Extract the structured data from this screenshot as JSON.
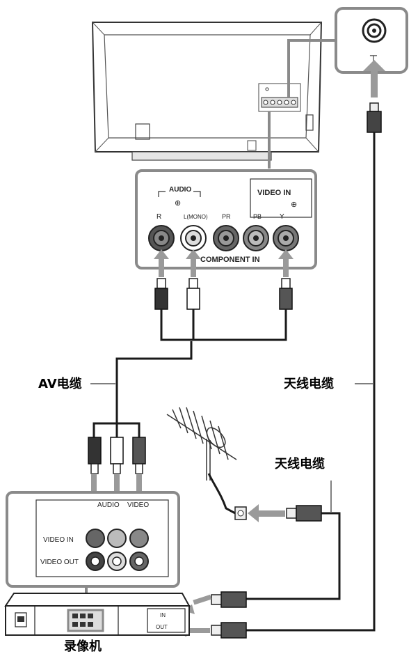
{
  "tv_panel": {
    "audio_label": "AUDIO",
    "r_label": "R",
    "l_label": "L(MONO)",
    "pr_label": "PR",
    "pb_label": "PB",
    "y_label": "Y",
    "video_in_label": "VIDEO IN",
    "component_label": "COMPONENT IN"
  },
  "antenna_jack_label": "┬",
  "labels": {
    "av_cable": "AV电缆",
    "antenna_cable_right": "天线电缆",
    "antenna_cable_mid": "天线电缆",
    "vcr": "录像机"
  },
  "vcr_panel": {
    "audio_label": "AUDIO",
    "video_label": "VIDEO",
    "video_in_label": "VIDEO IN",
    "video_out_label": "VIDEO OUT",
    "in_label": "IN",
    "out_label": "OUT"
  },
  "colors": {
    "panel_border": "#8a8a8a",
    "cable": "#1a1a1a",
    "arrow": "#9a9a9a"
  }
}
